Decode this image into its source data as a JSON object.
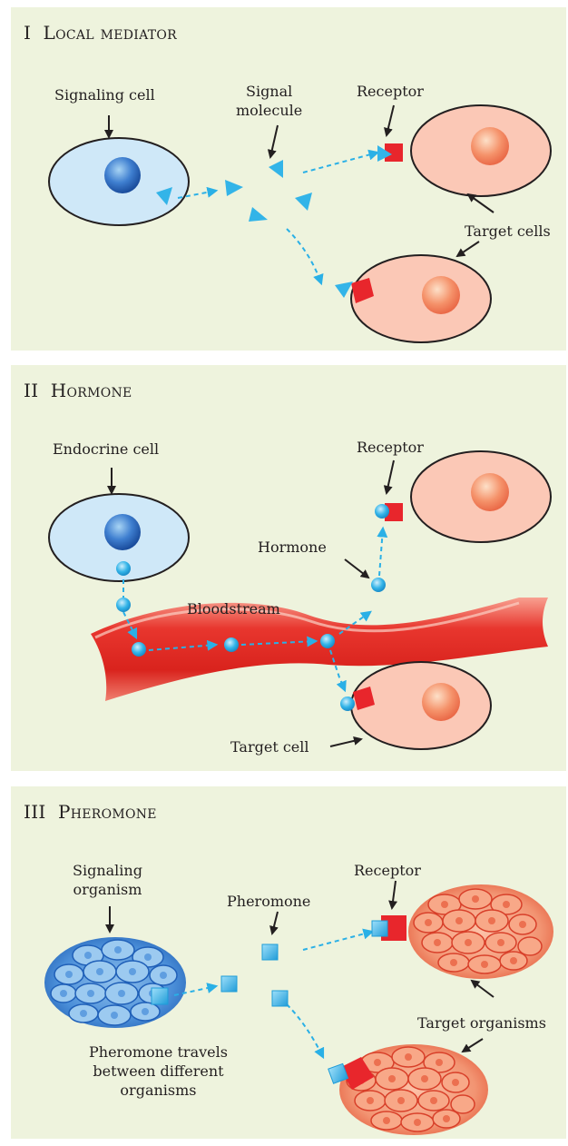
{
  "panels": [
    {
      "numeral": "I",
      "title": "Local mediator",
      "labels": {
        "source": "Signaling cell",
        "signal_line1": "Signal",
        "signal_line2": "molecule",
        "receptor": "Receptor",
        "targets": "Target cells"
      }
    },
    {
      "numeral": "II",
      "title": "Hormone",
      "labels": {
        "source": "Endocrine cell",
        "receptor": "Receptor",
        "signal": "Hormone",
        "bloodstream": "Bloodstream",
        "target": "Target cell"
      }
    },
    {
      "numeral": "III",
      "title": "Pheromone",
      "labels": {
        "source_line1": "Signaling",
        "source_line2": "organism",
        "signal": "Pheromone",
        "receptor": "Receptor",
        "targets": "Target organisms",
        "note_line1": "Pheromone travels",
        "note_line2": "between different",
        "note_line3": "organisms"
      }
    }
  ],
  "colors": {
    "panel_bg": "#eef3dd",
    "signaling_cell": "#cfe8f8",
    "target_cell": "#fbc8b6",
    "receptor": "#e8262c",
    "signal_molecule": "#33b4e8",
    "arrow": "#2ab0e6",
    "blood_vessel": "#e8362e"
  }
}
